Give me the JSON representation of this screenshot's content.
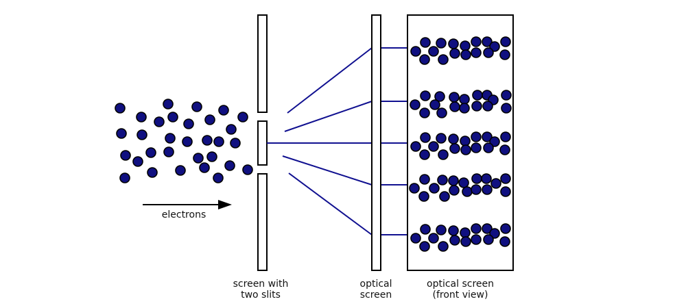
{
  "labels": {
    "electrons": "electrons",
    "slit_screen_line1": "screen with",
    "slit_screen_line2": "two slits",
    "optical_screen_line1": "optical",
    "optical_screen_line2": "screen",
    "front_view_line1": "optical screen",
    "front_view_line2": "(front view)"
  },
  "colors": {
    "particle_fill": "#101080",
    "beam": "#101090",
    "outline": "#000000"
  }
}
